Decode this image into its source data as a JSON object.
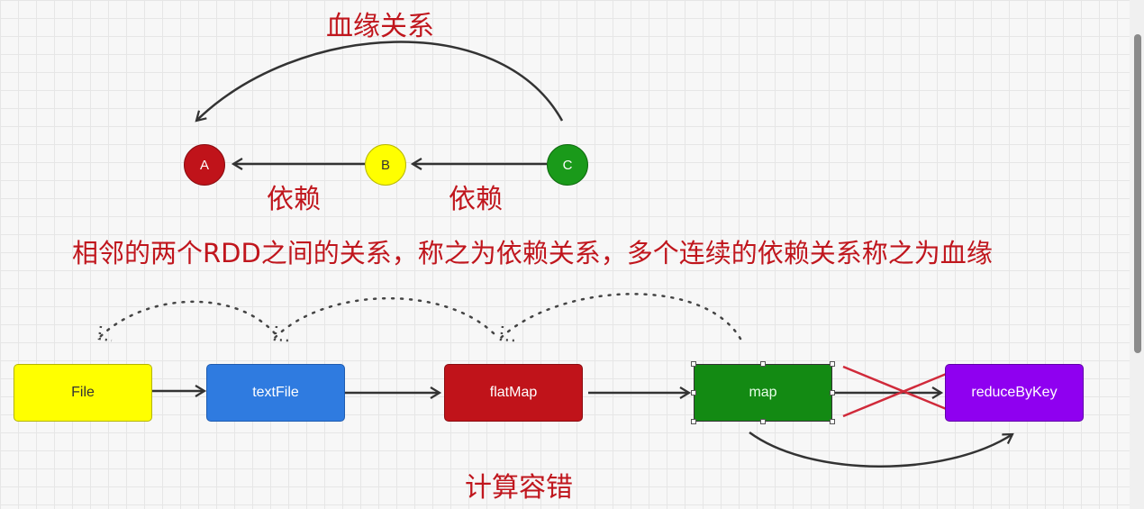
{
  "title": "血缘关系",
  "dependency_labels": [
    "依赖",
    "依赖"
  ],
  "nodes": [
    {
      "label": "A",
      "color": "#c0131a"
    },
    {
      "label": "B",
      "color": "#ffff00"
    },
    {
      "label": "C",
      "color": "#1a9a1a"
    }
  ],
  "description": "相邻的两个RDD之间的关系，称之为依赖关系，多个连续的依赖关系称之为血缘",
  "pipeline": [
    {
      "label": "File",
      "color": "#ffff00"
    },
    {
      "label": "textFile",
      "color": "#2f7be0"
    },
    {
      "label": "flatMap",
      "color": "#c0131a"
    },
    {
      "label": "map",
      "color": "#138a13"
    },
    {
      "label": "reduceByKey",
      "color": "#8f00f0"
    }
  ],
  "fault_tolerance_label": "计算容错",
  "text_color": "#c0161d"
}
